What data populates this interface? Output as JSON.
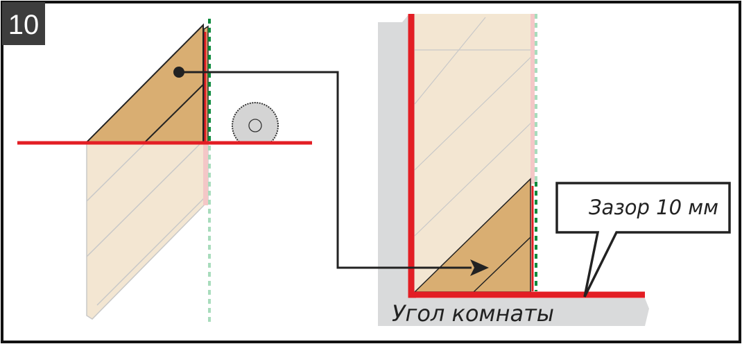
{
  "step_badge": "10",
  "gap_callout": "Зазор 10 мм",
  "corner_label": "Угол комнаты",
  "colors": {
    "frame": "#111111",
    "badge_bg": "#3d3d3d",
    "cut_line": "#e31e24",
    "guide_line": "#0a8a3c",
    "wood": "#d9ae72",
    "wood_pale": "#f3e6d2",
    "wall": "#d9dadb"
  }
}
